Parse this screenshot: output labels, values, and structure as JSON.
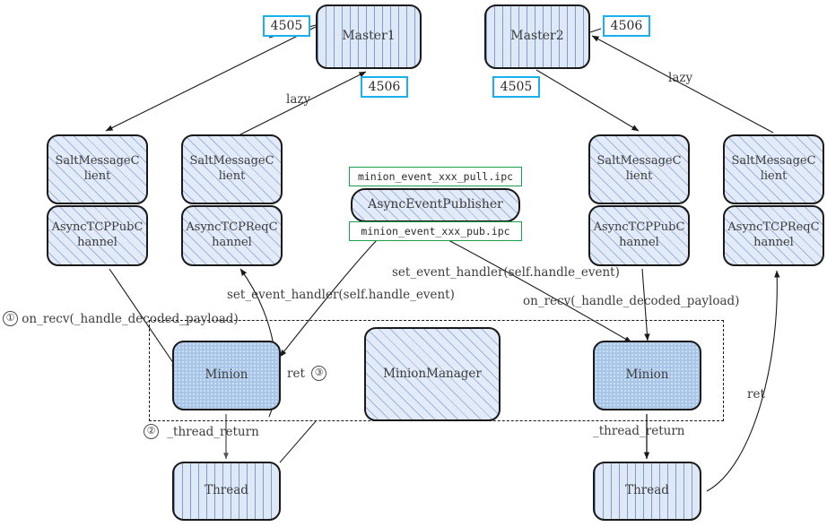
{
  "diagram": {
    "title": "Salt Minion / Master architecture diagram",
    "colors": {
      "port_border": "#1ab0f0",
      "ipc_border": "#18a04a",
      "node_border": "#1a1a1a",
      "node_fill_hatch": "#dfe8f6",
      "minion_fill": "#a9c6e9"
    },
    "nodes": {
      "master1": "Master1",
      "master2": "Master2",
      "salt_message_client_1": "SaltMessageC\nlient",
      "salt_message_client_2": "SaltMessageC\nlient",
      "salt_message_client_3": "SaltMessageC\nlient",
      "salt_message_client_4": "SaltMessageC\nlient",
      "async_tcp_pub_channel_1": "AsyncTCPPubC\nhannel",
      "async_tcp_req_channel_1": "AsyncTCPReqC\nhannel",
      "async_tcp_pub_channel_2": "AsyncTCPPubC\nhannel",
      "async_tcp_req_channel_2": "AsyncTCPReqC\nhannel",
      "async_event_publisher": "AsyncEventPublisher",
      "minion_left": "Minion",
      "minion_manager": "MinionManager",
      "minion_right": "Minion",
      "thread_left": "Thread",
      "thread_right": "Thread"
    },
    "port_labels": {
      "m1_left": "4505",
      "m1_bottom": "4506",
      "m2_right": "4506",
      "m2_bottom": "4505"
    },
    "ipc_labels": {
      "pull": "minion_event_xxx_pull.ipc",
      "pub": "minion_event_xxx_pub.ipc"
    },
    "edge_labels": {
      "lazy_left": "lazy",
      "lazy_right": "lazy",
      "set_event_handler_left": "set_event_handler(self.handle_event)",
      "set_event_handler_right": "set_event_handler(self.handle_event)",
      "on_recv_left_num": "①",
      "on_recv_left": "on_recv(_handle_decoded_payload)",
      "on_recv_right": "on_recv(_handle_decoded_payload)",
      "thread_return_left_num": "②",
      "thread_return_left": "_thread_return",
      "thread_return_right": "_thread_return",
      "ret_left": "ret",
      "ret_left_num": "③",
      "ret_right": "ret"
    }
  }
}
